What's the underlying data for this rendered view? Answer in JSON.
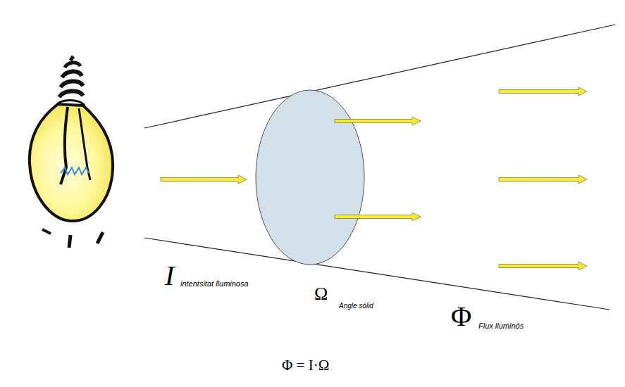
{
  "diagram": {
    "labels": [
      "I",
      "intentsitat lluminosa",
      "Ω",
      "Angle sólid",
      "Φ",
      "Flux lluminós",
      "Φ = I·Ω"
    ]
  }
}
